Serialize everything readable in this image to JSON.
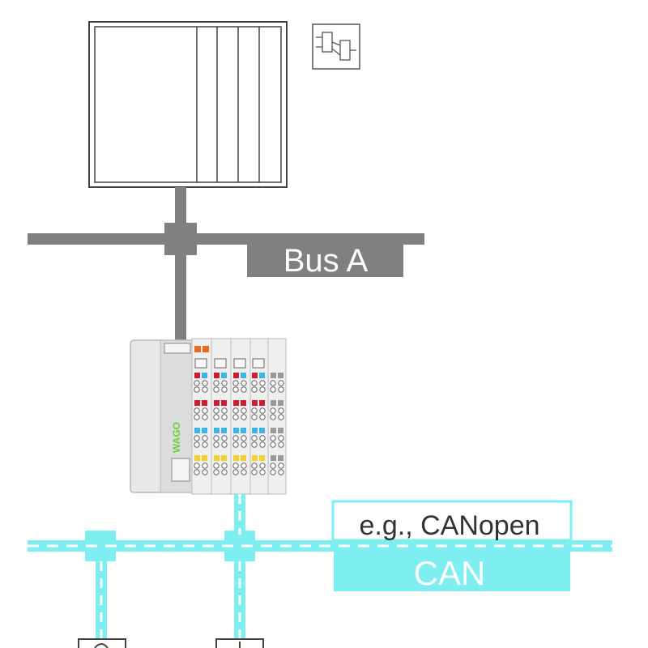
{
  "diagram": {
    "bus_a": {
      "label": "Bus A",
      "color": "#808080"
    },
    "can_bus": {
      "label": "CAN",
      "sublabel": "e.g., CANopen",
      "color": "#7eeef0",
      "dash_color": "#ffffff"
    },
    "controller": {
      "icon": "plc-rack-icon"
    },
    "symbol": {
      "icon": "logic-block-symbol-icon"
    },
    "coupler": {
      "brand": "WAGO",
      "brand_color": "#6fcf3a",
      "module_colors": {
        "red": "#cc1f2e",
        "blue": "#3cb4e5",
        "yellow": "#f5d130",
        "gray": "#9a9a9a",
        "orange": "#e86a1c"
      }
    }
  }
}
